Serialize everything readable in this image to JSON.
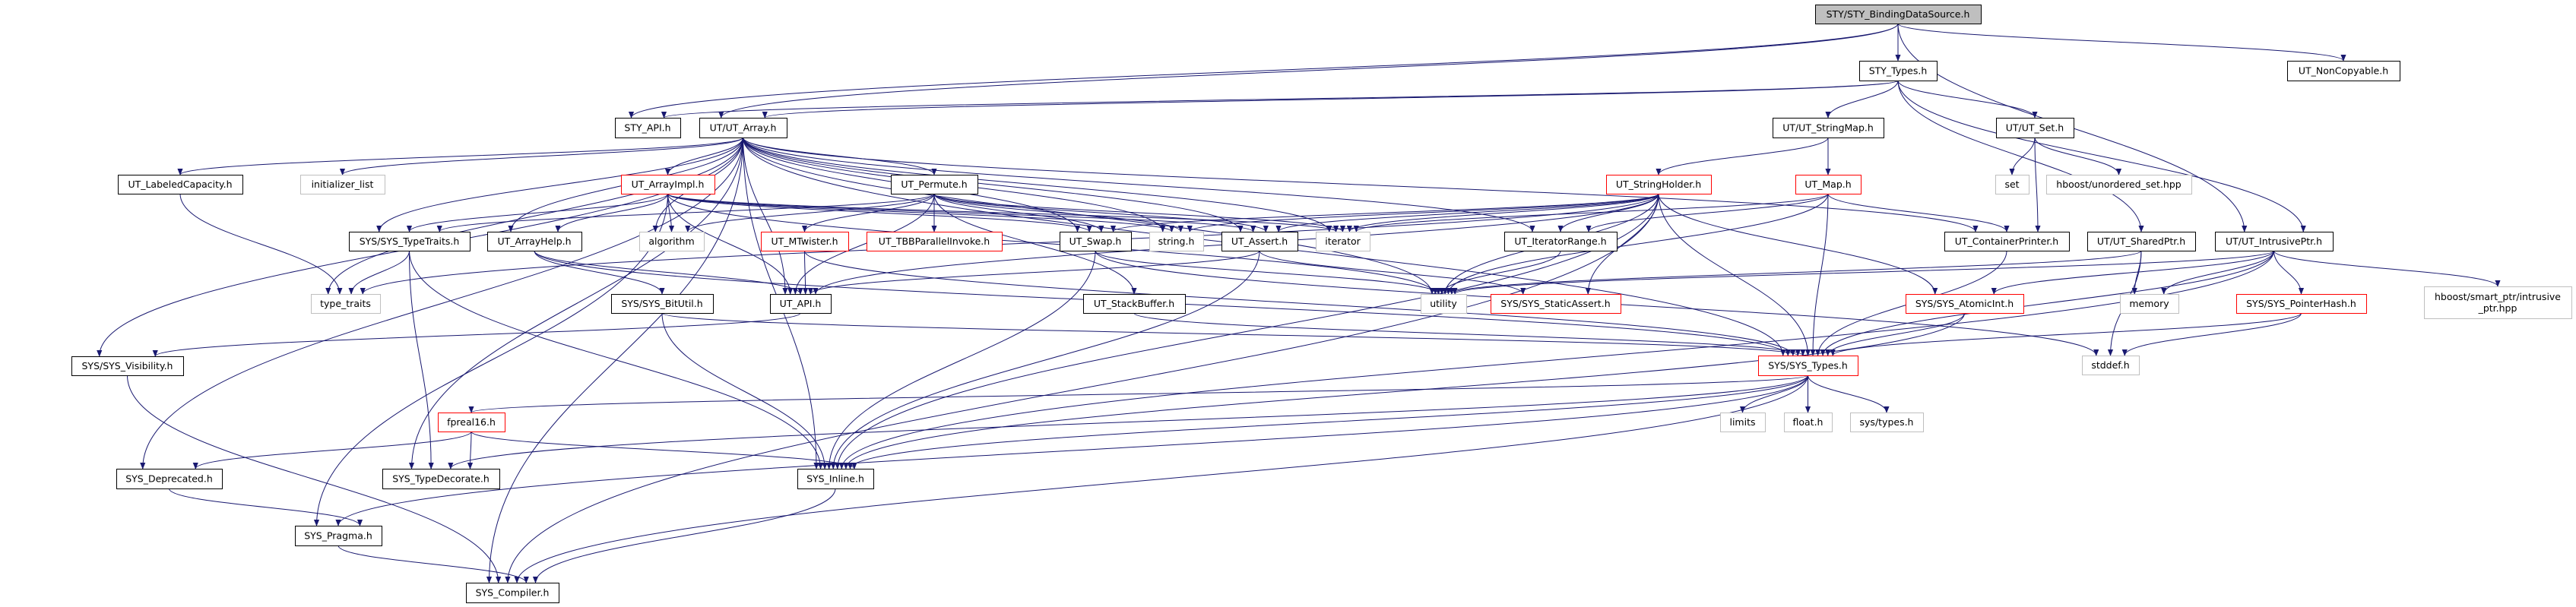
{
  "title": "STY/STY_BindingDataSource.h",
  "colors": {
    "edge": "#191970",
    "root_fill": "#bfbfbf",
    "doc_border": "#000000",
    "undocumented_border": "#ff0000",
    "external_border": "#bfbfbf"
  },
  "nodes": [
    {
      "id": "root",
      "label": "STY/STY_BindingDataSource.h",
      "kind": "root"
    },
    {
      "id": "sty_types",
      "label": "STY_Types.h",
      "kind": "normal"
    },
    {
      "id": "noncopyable",
      "label": "UT_NonCopyable.h",
      "kind": "normal"
    },
    {
      "id": "stringmap",
      "label": "UT/UT_StringMap.h",
      "kind": "normal"
    },
    {
      "id": "ut_set",
      "label": "UT/UT_Set.h",
      "kind": "normal"
    },
    {
      "id": "ut_map",
      "label": "UT_Map.h",
      "kind": "red"
    },
    {
      "id": "set",
      "label": "set",
      "kind": "gray"
    },
    {
      "id": "unordered_set",
      "label": "hboost/unordered_set.hpp",
      "kind": "gray"
    },
    {
      "id": "containerprinter",
      "label": "UT_ContainerPrinter.h",
      "kind": "normal"
    },
    {
      "id": "sharedptr",
      "label": "UT/UT_SharedPtr.h",
      "kind": "normal"
    },
    {
      "id": "intrusiveptr",
      "label": "UT/UT_IntrusivePtr.h",
      "kind": "normal"
    },
    {
      "id": "atomicint",
      "label": "SYS/SYS_AtomicInt.h",
      "kind": "red"
    },
    {
      "id": "memory",
      "label": "memory",
      "kind": "gray"
    },
    {
      "id": "pointerhash",
      "label": "SYS/SYS_PointerHash.h",
      "kind": "red"
    },
    {
      "id": "smartptr",
      "label": "hboost/smart_ptr/intrusive\n_ptr.hpp",
      "kind": "gray"
    },
    {
      "id": "sys_types",
      "label": "SYS/SYS_Types.h",
      "kind": "red"
    },
    {
      "id": "stddef",
      "label": "stddef.h",
      "kind": "gray"
    },
    {
      "id": "limits",
      "label": "limits",
      "kind": "gray"
    },
    {
      "id": "float",
      "label": "float.h",
      "kind": "gray"
    },
    {
      "id": "systypes",
      "label": "sys/types.h",
      "kind": "gray"
    },
    {
      "id": "sty_api",
      "label": "STY_API.h",
      "kind": "normal"
    },
    {
      "id": "ut_array",
      "label": "UT/UT_Array.h",
      "kind": "normal"
    },
    {
      "id": "labeledcap",
      "label": "UT_LabeledCapacity.h",
      "kind": "normal"
    },
    {
      "id": "initlist",
      "label": "initializer_list",
      "kind": "gray"
    },
    {
      "id": "arrayimpl",
      "label": "UT_ArrayImpl.h",
      "kind": "red"
    },
    {
      "id": "permute",
      "label": "UT_Permute.h",
      "kind": "normal"
    },
    {
      "id": "stringholder",
      "label": "UT_StringHolder.h",
      "kind": "red"
    },
    {
      "id": "typetraits",
      "label": "SYS/SYS_TypeTraits.h",
      "kind": "normal"
    },
    {
      "id": "arrayhelp",
      "label": "UT_ArrayHelp.h",
      "kind": "normal"
    },
    {
      "id": "algorithm",
      "label": "algorithm",
      "kind": "gray"
    },
    {
      "id": "mtwister",
      "label": "UT_MTwister.h",
      "kind": "red"
    },
    {
      "id": "tbb",
      "label": "UT_TBBParallelInvoke.h",
      "kind": "red"
    },
    {
      "id": "swap",
      "label": "UT_Swap.h",
      "kind": "normal"
    },
    {
      "id": "stringh",
      "label": "string.h",
      "kind": "gray"
    },
    {
      "id": "assert",
      "label": "UT_Assert.h",
      "kind": "normal"
    },
    {
      "id": "iterator",
      "label": "iterator",
      "kind": "gray"
    },
    {
      "id": "iterrange",
      "label": "UT_IteratorRange.h",
      "kind": "normal"
    },
    {
      "id": "type_traits",
      "label": "type_traits",
      "kind": "gray"
    },
    {
      "id": "bitutil",
      "label": "SYS/SYS_BitUtil.h",
      "kind": "normal"
    },
    {
      "id": "ut_api",
      "label": "UT_API.h",
      "kind": "normal"
    },
    {
      "id": "stackbuffer",
      "label": "UT_StackBuffer.h",
      "kind": "normal"
    },
    {
      "id": "utility",
      "label": "utility",
      "kind": "gray"
    },
    {
      "id": "staticassert",
      "label": "SYS/SYS_StaticAssert.h",
      "kind": "red"
    },
    {
      "id": "visibility",
      "label": "SYS/SYS_Visibility.h",
      "kind": "normal"
    },
    {
      "id": "fpreal16",
      "label": "fpreal16.h",
      "kind": "red"
    },
    {
      "id": "deprecated",
      "label": "SYS_Deprecated.h",
      "kind": "normal"
    },
    {
      "id": "typedecorate",
      "label": "SYS_TypeDecorate.h",
      "kind": "normal"
    },
    {
      "id": "inline",
      "label": "SYS_Inline.h",
      "kind": "normal"
    },
    {
      "id": "pragma",
      "label": "SYS_Pragma.h",
      "kind": "normal"
    },
    {
      "id": "compiler",
      "label": "SYS_Compiler.h",
      "kind": "normal"
    }
  ],
  "edges": [
    [
      "root",
      "sty_api"
    ],
    [
      "root",
      "ut_array"
    ],
    [
      "root",
      "sty_types"
    ],
    [
      "root",
      "noncopyable"
    ],
    [
      "root",
      "intrusiveptr"
    ],
    [
      "sty_types",
      "sty_api"
    ],
    [
      "sty_types",
      "ut_array"
    ],
    [
      "sty_types",
      "stringmap"
    ],
    [
      "sty_types",
      "ut_set"
    ],
    [
      "sty_types",
      "sharedptr"
    ],
    [
      "sty_types",
      "intrusiveptr"
    ],
    [
      "ut_array",
      "labeledcap"
    ],
    [
      "ut_array",
      "initlist"
    ],
    [
      "ut_array",
      "arrayimpl"
    ],
    [
      "ut_array",
      "algorithm"
    ],
    [
      "ut_array",
      "typetraits"
    ],
    [
      "ut_array",
      "arrayhelp"
    ],
    [
      "ut_array",
      "permute"
    ],
    [
      "ut_array",
      "stringh"
    ],
    [
      "ut_array",
      "assert"
    ],
    [
      "ut_array",
      "iterator"
    ],
    [
      "ut_array",
      "iterrange"
    ],
    [
      "ut_array",
      "utility"
    ],
    [
      "ut_array",
      "sys_types"
    ],
    [
      "ut_array",
      "containerprinter"
    ],
    [
      "ut_array",
      "swap"
    ],
    [
      "ut_array",
      "type_traits"
    ],
    [
      "ut_array",
      "ut_api"
    ],
    [
      "ut_array",
      "visibility"
    ],
    [
      "ut_array",
      "deprecated"
    ],
    [
      "ut_array",
      "typedecorate"
    ],
    [
      "ut_array",
      "inline"
    ],
    [
      "ut_array",
      "compiler"
    ],
    [
      "labeledcap",
      "type_traits"
    ],
    [
      "arrayimpl",
      "typetraits"
    ],
    [
      "arrayimpl",
      "arrayhelp"
    ],
    [
      "arrayimpl",
      "algorithm"
    ],
    [
      "arrayimpl",
      "swap"
    ],
    [
      "arrayimpl",
      "stringh"
    ],
    [
      "arrayimpl",
      "assert"
    ],
    [
      "arrayimpl",
      "iterator"
    ],
    [
      "arrayimpl",
      "utility"
    ],
    [
      "arrayimpl",
      "pragma"
    ],
    [
      "arrayimpl",
      "ut_api"
    ],
    [
      "permute",
      "algorithm"
    ],
    [
      "permute",
      "tbb"
    ],
    [
      "permute",
      "swap"
    ],
    [
      "permute",
      "stringh"
    ],
    [
      "permute",
      "assert"
    ],
    [
      "permute",
      "iterator"
    ],
    [
      "permute",
      "stackbuffer"
    ],
    [
      "permute",
      "mtwister"
    ],
    [
      "permute",
      "typetraits"
    ],
    [
      "permute",
      "ut_api"
    ],
    [
      "typetraits",
      "type_traits"
    ],
    [
      "typetraits",
      "typedecorate"
    ],
    [
      "typetraits",
      "inline"
    ],
    [
      "arrayhelp",
      "bitutil"
    ],
    [
      "arrayhelp",
      "ut_api"
    ],
    [
      "arrayhelp",
      "sys_types"
    ],
    [
      "mtwister",
      "ut_api"
    ],
    [
      "mtwister",
      "sys_types"
    ],
    [
      "bitutil",
      "sys_types"
    ],
    [
      "bitutil",
      "inline"
    ],
    [
      "ut_api",
      "visibility"
    ],
    [
      "visibility",
      "compiler"
    ],
    [
      "swap",
      "inline"
    ],
    [
      "swap",
      "utility"
    ],
    [
      "swap",
      "stddef"
    ],
    [
      "assert",
      "ut_api"
    ],
    [
      "assert",
      "inline"
    ],
    [
      "assert",
      "staticassert"
    ],
    [
      "stackbuffer",
      "sys_types"
    ],
    [
      "iterrange",
      "utility"
    ],
    [
      "stringholder",
      "stringh"
    ],
    [
      "stringholder",
      "assert"
    ],
    [
      "stringholder",
      "iterator"
    ],
    [
      "stringholder",
      "swap"
    ],
    [
      "stringholder",
      "iterrange"
    ],
    [
      "stringholder",
      "utility"
    ],
    [
      "stringholder",
      "staticassert"
    ],
    [
      "stringholder",
      "sys_types"
    ],
    [
      "stringholder",
      "atomicint"
    ],
    [
      "stringholder",
      "inline"
    ],
    [
      "stringholder",
      "compiler"
    ],
    [
      "stringholder",
      "ut_api"
    ],
    [
      "stringholder",
      "type_traits"
    ],
    [
      "stringmap",
      "ut_map"
    ],
    [
      "stringmap",
      "stringholder"
    ],
    [
      "ut_map",
      "containerprinter"
    ],
    [
      "ut_map",
      "sys_types"
    ],
    [
      "ut_map",
      "iterrange"
    ],
    [
      "ut_map",
      "iterator"
    ],
    [
      "ut_map",
      "utility"
    ],
    [
      "ut_set",
      "set"
    ],
    [
      "ut_set",
      "unordered_set"
    ],
    [
      "ut_set",
      "containerprinter"
    ],
    [
      "containerprinter",
      "sys_types"
    ],
    [
      "sharedptr",
      "memory"
    ],
    [
      "sharedptr",
      "stddef"
    ],
    [
      "sharedptr",
      "utility"
    ],
    [
      "intrusiveptr",
      "atomicint"
    ],
    [
      "intrusiveptr",
      "memory"
    ],
    [
      "intrusiveptr",
      "pointerhash"
    ],
    [
      "intrusiveptr",
      "smartptr"
    ],
    [
      "intrusiveptr",
      "sys_types"
    ],
    [
      "intrusiveptr",
      "inline"
    ],
    [
      "intrusiveptr",
      "utility"
    ],
    [
      "atomicint",
      "sys_types"
    ],
    [
      "atomicint",
      "inline"
    ],
    [
      "pointerhash",
      "sys_types"
    ],
    [
      "pointerhash",
      "stddef"
    ],
    [
      "sys_types",
      "limits"
    ],
    [
      "sys_types",
      "float"
    ],
    [
      "sys_types",
      "systypes"
    ],
    [
      "sys_types",
      "fpreal16"
    ],
    [
      "sys_types",
      "compiler"
    ],
    [
      "sys_types",
      "pragma"
    ],
    [
      "sys_types",
      "typedecorate"
    ],
    [
      "sys_types",
      "inline"
    ],
    [
      "fpreal16",
      "deprecated"
    ],
    [
      "fpreal16",
      "typedecorate"
    ],
    [
      "fpreal16",
      "inline"
    ],
    [
      "deprecated",
      "pragma"
    ],
    [
      "pragma",
      "compiler"
    ],
    [
      "inline",
      "compiler"
    ]
  ]
}
